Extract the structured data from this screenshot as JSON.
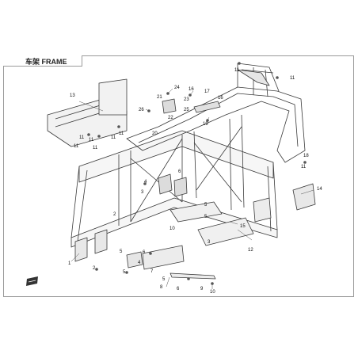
{
  "title": "车架 FRAME",
  "callouts": [
    {
      "id": "c24",
      "label": "24"
    },
    {
      "id": "c16",
      "label": "16"
    },
    {
      "id": "c21",
      "label": "21"
    },
    {
      "id": "c23",
      "label": "23"
    },
    {
      "id": "c17",
      "label": "17"
    },
    {
      "id": "c16b",
      "label": "16"
    },
    {
      "id": "c26",
      "label": "26"
    },
    {
      "id": "c25",
      "label": "25"
    },
    {
      "id": "c22",
      "label": "22"
    },
    {
      "id": "c19",
      "label": "19"
    },
    {
      "id": "c20",
      "label": "20"
    },
    {
      "id": "c13",
      "label": "13"
    },
    {
      "id": "c11a",
      "label": "11"
    },
    {
      "id": "c11b",
      "label": "11"
    },
    {
      "id": "c11c",
      "label": "11"
    },
    {
      "id": "c11d",
      "label": "11"
    },
    {
      "id": "c11e",
      "label": "11"
    },
    {
      "id": "c11f",
      "label": "11"
    },
    {
      "id": "c11g",
      "label": "11"
    },
    {
      "id": "c11h",
      "label": "11"
    },
    {
      "id": "c11i",
      "label": "11"
    },
    {
      "id": "c18",
      "label": "18"
    },
    {
      "id": "c14",
      "label": "14"
    },
    {
      "id": "c12",
      "label": "12"
    },
    {
      "id": "c15",
      "label": "15"
    },
    {
      "id": "c10",
      "label": "10"
    },
    {
      "id": "c10b",
      "label": "10"
    },
    {
      "id": "c9",
      "label": "9"
    },
    {
      "id": "c8",
      "label": "8"
    },
    {
      "id": "c7",
      "label": "7"
    },
    {
      "id": "c6a",
      "label": "6"
    },
    {
      "id": "c6b",
      "label": "6"
    },
    {
      "id": "c6c",
      "label": "6"
    },
    {
      "id": "c5a",
      "label": "5"
    },
    {
      "id": "c5b",
      "label": "5"
    },
    {
      "id": "c5c",
      "label": "5"
    },
    {
      "id": "c5d",
      "label": "5"
    },
    {
      "id": "c5e",
      "label": "5"
    },
    {
      "id": "c4a",
      "label": "4"
    },
    {
      "id": "c4b",
      "label": "4"
    },
    {
      "id": "c3",
      "label": "3"
    },
    {
      "id": "c3b",
      "label": "3"
    },
    {
      "id": "c2",
      "label": "2"
    },
    {
      "id": "c2b",
      "label": "2"
    },
    {
      "id": "c1",
      "label": "1"
    }
  ],
  "colors": {
    "frame": "#3a3a3a",
    "border": "#9a9a9a",
    "fill": "#ececec"
  },
  "icons": {
    "logo": "brand-tag-icon"
  }
}
